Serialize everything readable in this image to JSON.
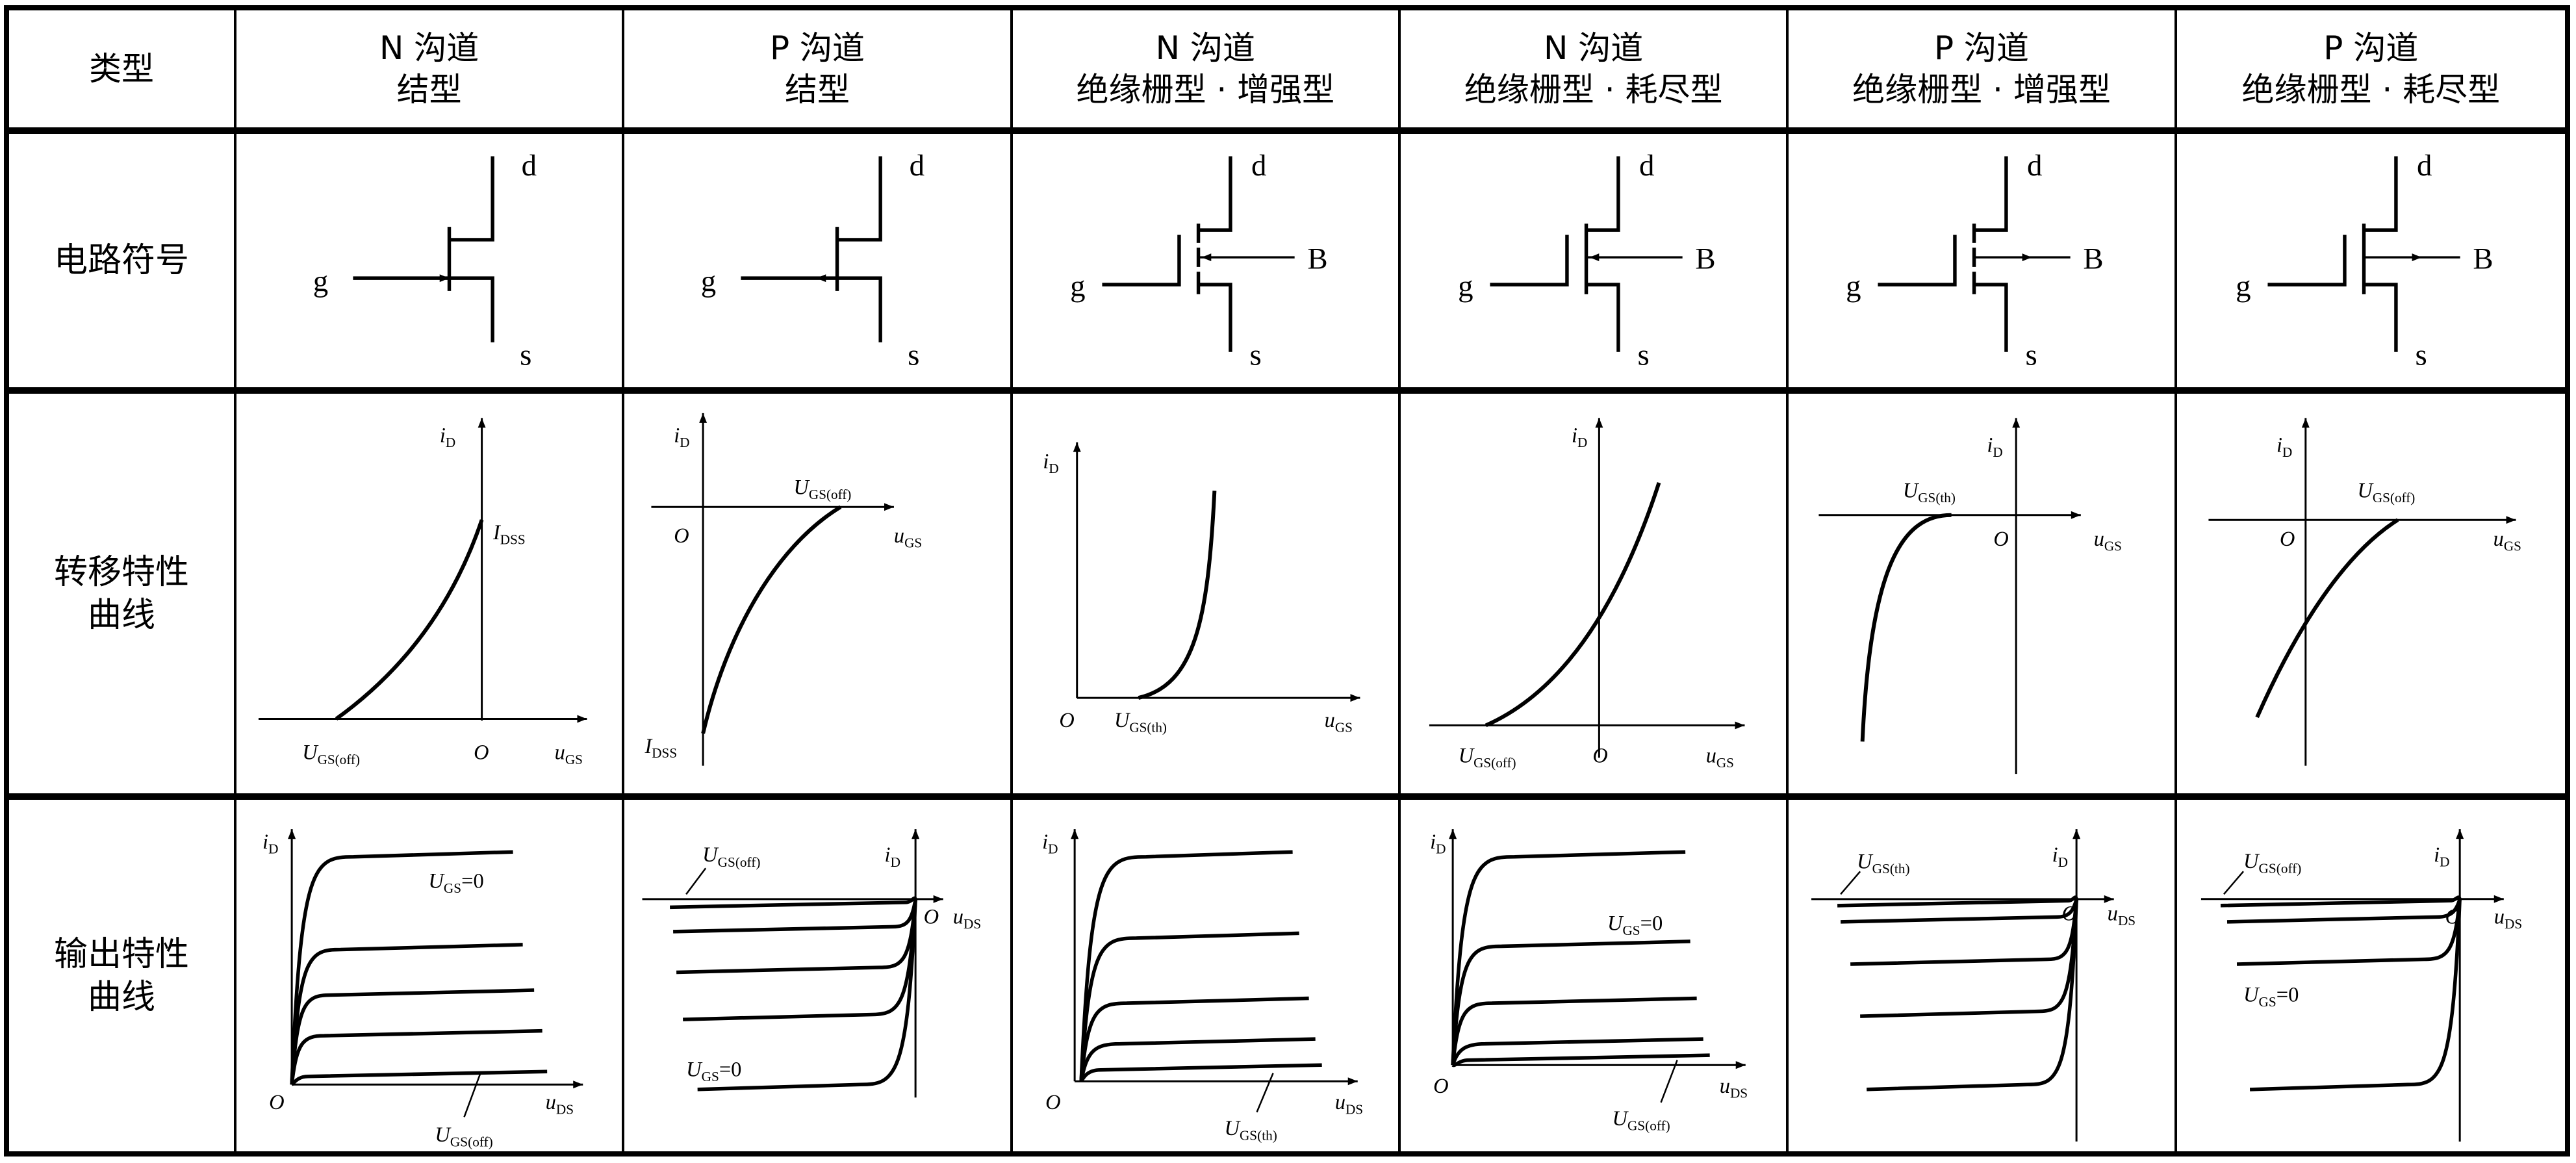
{
  "header": {
    "type_label": "类型",
    "columns": [
      {
        "line1": "N 沟道",
        "line2": "结型"
      },
      {
        "line1": "P 沟道",
        "line2": "结型"
      },
      {
        "line1": "N 沟道",
        "line2": "绝缘栅型 · 增强型"
      },
      {
        "line1": "N 沟道",
        "line2": "绝缘栅型 · 耗尽型"
      },
      {
        "line1": "P 沟道",
        "line2": "绝缘栅型 · 增强型"
      },
      {
        "line1": "P 沟道",
        "line2": "绝缘栅型 · 耗尽型"
      }
    ]
  },
  "rows": {
    "symbol": {
      "label": "电路符号"
    },
    "transfer": {
      "label1": "转移特性",
      "label2": "曲线"
    },
    "output": {
      "label1": "输出特性",
      "label2": "曲线"
    }
  },
  "symbols": [
    {
      "d": "d",
      "g": "g",
      "s": "s"
    },
    {
      "d": "d",
      "g": "g",
      "s": "s"
    },
    {
      "d": "d",
      "g": "g",
      "s": "s",
      "B": "B"
    },
    {
      "d": "d",
      "g": "g",
      "s": "s",
      "B": "B"
    },
    {
      "d": "d",
      "g": "g",
      "s": "s",
      "B": "B"
    },
    {
      "d": "d",
      "g": "g",
      "s": "s",
      "B": "B"
    }
  ],
  "transfer": [
    {
      "labels": [
        {
          "m": "i",
          "s": "D"
        },
        {
          "m": "I",
          "s": "DSS"
        },
        {
          "m": "U",
          "s": "GS(off)"
        },
        {
          "m": "O"
        },
        {
          "m": "u",
          "s": "GS"
        }
      ]
    },
    {
      "labels": [
        {
          "m": "i",
          "s": "D"
        },
        {
          "m": "U",
          "s": "GS(off)"
        },
        {
          "m": "O"
        },
        {
          "m": "u",
          "s": "GS"
        },
        {
          "m": "I",
          "s": "DSS"
        }
      ]
    },
    {
      "labels": [
        {
          "m": "i",
          "s": "D"
        },
        {
          "m": "O"
        },
        {
          "m": "U",
          "s": "GS(th)"
        },
        {
          "m": "u",
          "s": "GS"
        }
      ]
    },
    {
      "labels": [
        {
          "m": "i",
          "s": "D"
        },
        {
          "m": "U",
          "s": "GS(off)"
        },
        {
          "m": "O"
        },
        {
          "m": "u",
          "s": "GS"
        }
      ]
    },
    {
      "labels": [
        {
          "m": "U",
          "s": "GS(th)"
        },
        {
          "m": "i",
          "s": "D"
        },
        {
          "m": "O"
        },
        {
          "m": "u",
          "s": "GS"
        }
      ]
    },
    {
      "labels": [
        {
          "m": "i",
          "s": "D"
        },
        {
          "m": "U",
          "s": "GS(off)"
        },
        {
          "m": "O"
        },
        {
          "m": "u",
          "s": "GS"
        }
      ]
    }
  ],
  "output": [
    {
      "labels": [
        {
          "m": "i",
          "s": "D"
        },
        {
          "m": "U",
          "s": "GS",
          "x": "=0"
        },
        {
          "m": "O"
        },
        {
          "m": "u",
          "s": "DS"
        },
        {
          "m": "U",
          "s": "GS(off)"
        }
      ]
    },
    {
      "labels": [
        {
          "m": "U",
          "s": "GS(off)"
        },
        {
          "m": "i",
          "s": "D"
        },
        {
          "m": "O"
        },
        {
          "m": "u",
          "s": "DS"
        },
        {
          "m": "U",
          "s": "GS",
          "x": "=0"
        }
      ]
    },
    {
      "labels": [
        {
          "m": "i",
          "s": "D"
        },
        {
          "m": "O"
        },
        {
          "m": "u",
          "s": "DS"
        },
        {
          "m": "U",
          "s": "GS(th)"
        }
      ]
    },
    {
      "labels": [
        {
          "m": "i",
          "s": "D"
        },
        {
          "m": "U",
          "s": "GS",
          "x": "=0"
        },
        {
          "m": "O"
        },
        {
          "m": "u",
          "s": "DS"
        },
        {
          "m": "U",
          "s": "GS(off)"
        }
      ]
    },
    {
      "labels": [
        {
          "m": "U",
          "s": "GS(th)"
        },
        {
          "m": "i",
          "s": "D"
        },
        {
          "m": "O"
        },
        {
          "m": "u",
          "s": "DS"
        }
      ]
    },
    {
      "labels": [
        {
          "m": "U",
          "s": "GS(off)"
        },
        {
          "m": "i",
          "s": "D"
        },
        {
          "m": "O"
        },
        {
          "m": "u",
          "s": "DS"
        },
        {
          "m": "U",
          "s": "GS",
          "x": "=0"
        }
      ]
    }
  ]
}
